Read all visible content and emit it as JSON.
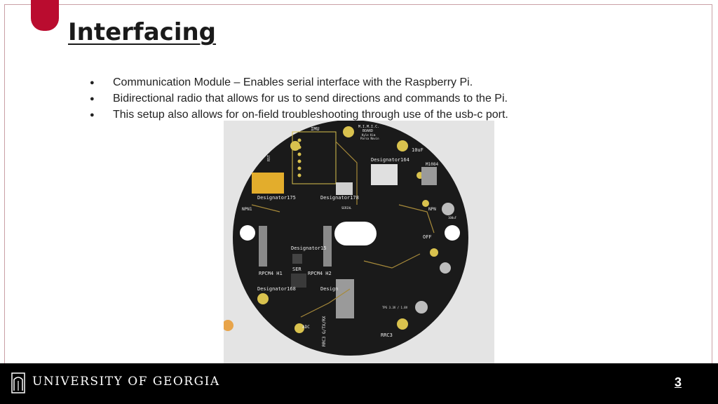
{
  "slide": {
    "title": "Interfacing",
    "bullets": [
      "Communication Module – Enables serial interface with the Raspberry Pi.",
      "Bidirectional radio that allows for us to send directions and commands to the Pi.",
      "This setup also allows for on-field troubleshooting through use of the usb-c port."
    ],
    "page_number": "3"
  },
  "footer": {
    "university": "UNIVERSITY OF GEORGIA"
  },
  "board_labels": {
    "imu": "IMU",
    "mimic": "M.I.M.I.C.",
    "board": "BOARD",
    "names_1": "Kyle Kim",
    "names_2": "Parsa Novin",
    "d175": "Designator175",
    "d178": "Designator178",
    "d164": "Designator164",
    "d15": "Designator15",
    "d168": "Designator168",
    "d_partial": "Design",
    "cap10uf": "10uF",
    "m1084": "M1084",
    "npn1": "NPN1",
    "npn": "NPN",
    "rpcm4_h1": "RPCM4 H1",
    "rpcm4_h2": "RPCM4 H2",
    "ser": "SER",
    "serial": "SERIAL",
    "off": "OFF",
    "adc": "ADC",
    "rrc3_gtx": "RRC3 G/TX/RX",
    "rrc3": "RRC3",
    "reset": "RST",
    "cap100uf": "100uF",
    "tps": "TPS 3.3V / 1.8V"
  },
  "colors": {
    "accent": "#ba0c2f",
    "footer_bg": "#000000",
    "pcb": "#1a1a1a"
  }
}
